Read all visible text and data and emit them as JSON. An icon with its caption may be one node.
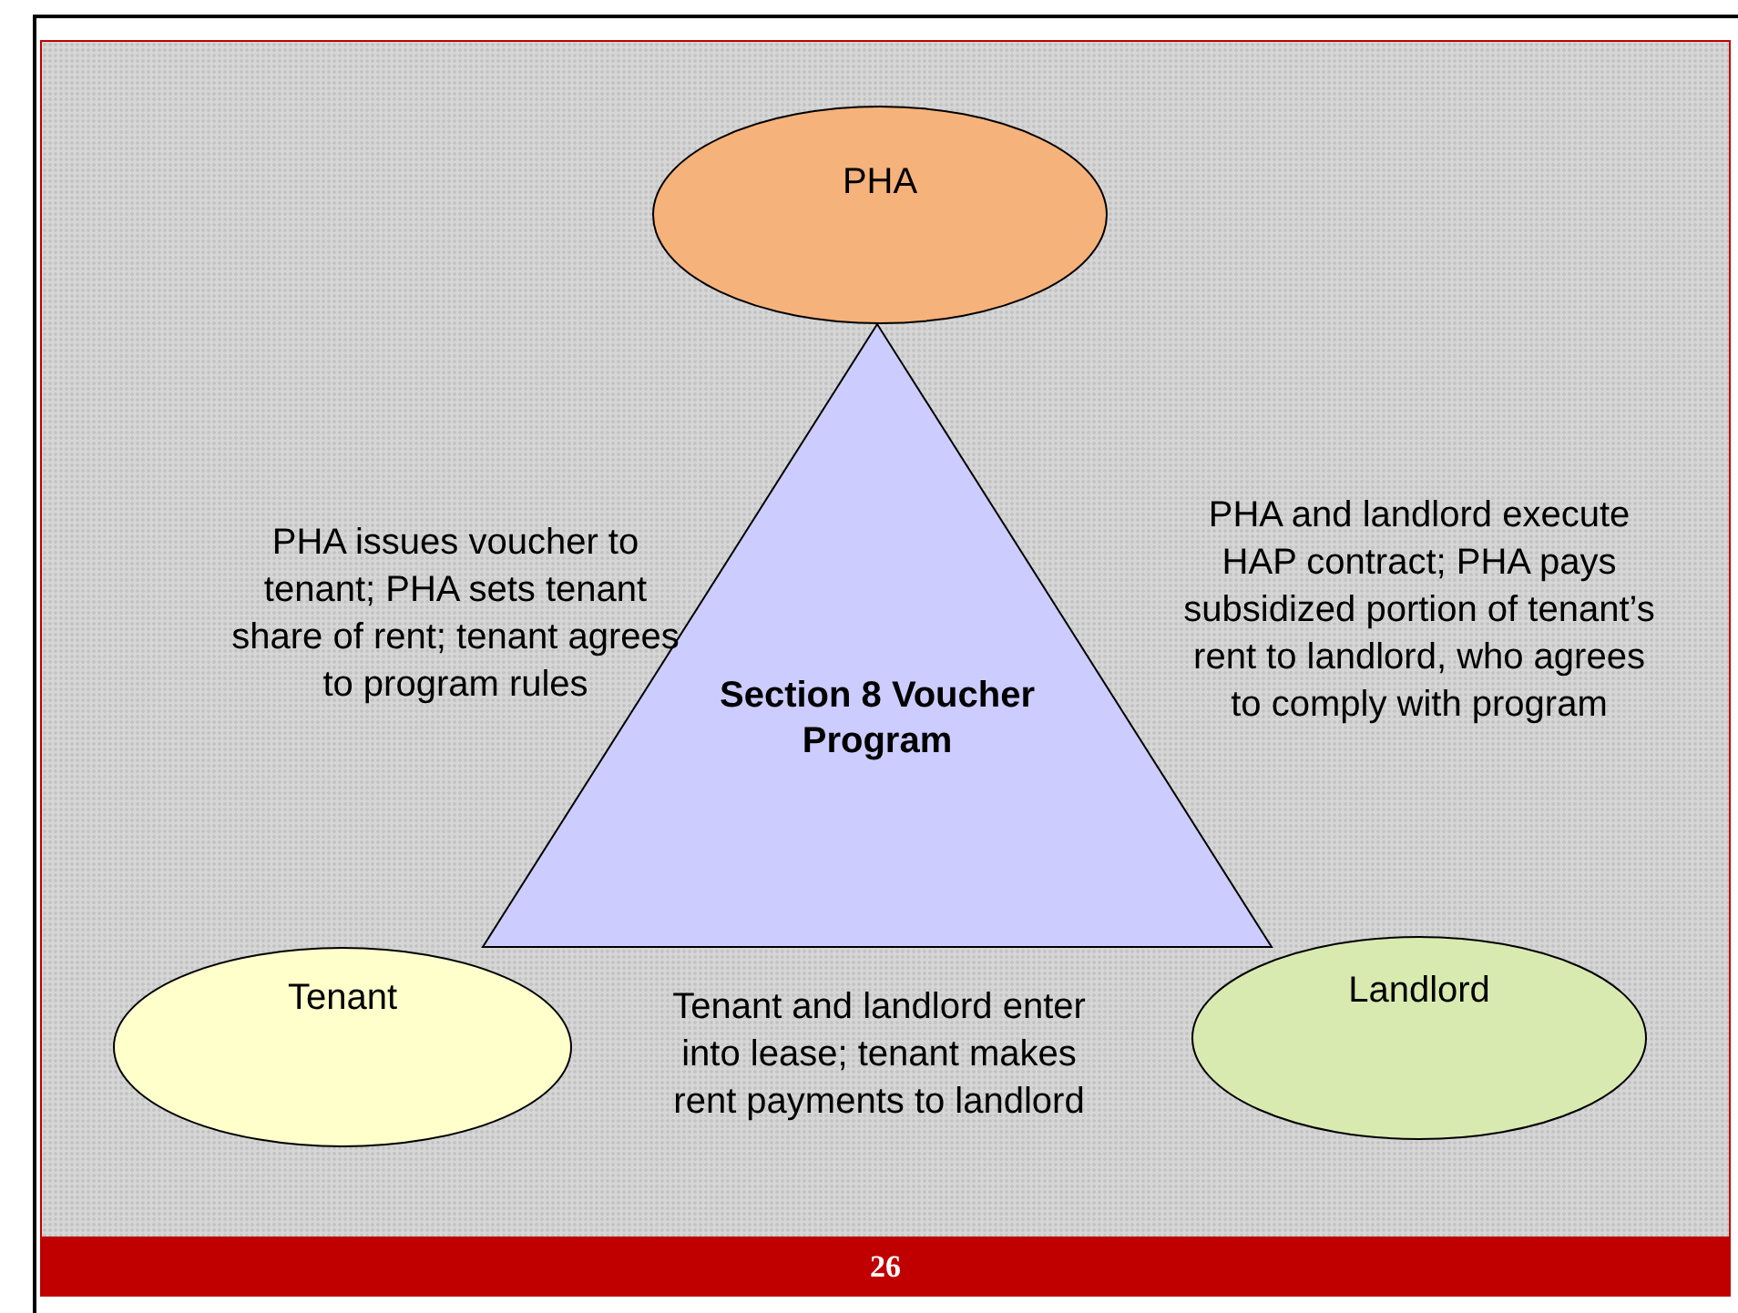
{
  "diagram": {
    "nodes": [
      {
        "text": [
          "PHA"
        ]
      },
      {
        "text": [
          "Section 8 Voucher Program"
        ]
      },
      {
        "text": [
          "Tenant"
        ]
      },
      {
        "text": [
          "Landlord"
        ]
      }
    ],
    "labels": [
      "PHA issues voucher to tenant; PHA sets tenant share of rent; tenant agrees to program rules",
      "PHA and landlord execute HAP contract; PHA pays subsidized portion of tenant’s rent to landlord, who agrees to comply with program",
      "Tenant and landlord enter into lease; tenant makes rent payments to landlord",
      "26"
    ]
  }
}
